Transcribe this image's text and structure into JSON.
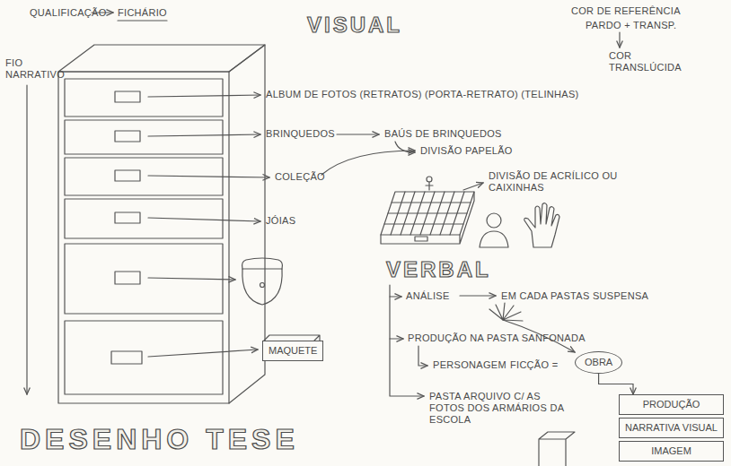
{
  "diagram": {
    "title": "DESENHO TESE",
    "nodes": [
      {
        "text": [
          "MAQUETE"
        ]
      },
      {
        "text": [
          "OBRA"
        ]
      },
      {
        "text": [
          "PRODUÇÃO"
        ]
      },
      {
        "text": [
          "NARRATIVA VISUAL"
        ]
      },
      {
        "text": [
          "IMAGEM"
        ]
      }
    ],
    "edges": [
      {
        "from": 1,
        "to": 2,
        "arrow": "to"
      }
    ],
    "labels": [
      "QUALIFICAÇÃO",
      "FICHÁRIO",
      "VISUAL",
      "COR DE REFERÊNCIA",
      "PARDO + TRANSP.",
      "COR TRANSLÚCIDA",
      "FIO NARRATIVO",
      "ALBUM DE FOTOS (RETRATOS) (PORTA-RETRATO) (TELINHAS)",
      "BRINQUEDOS",
      "BAÚS DE BRINQUEDOS",
      "DIVISÃO PAPELÃO",
      "COLEÇÃO",
      "DIVISÃO DE ACRÍLICO OU CAIXINHAS",
      "JÓIAS",
      "VERBAL",
      "ANÁLISE",
      "EM CADA PASTAS SUSPENSA",
      "PRODUÇÃO NA PASTA SANFONADA",
      "PERSONAGEM",
      "FICÇÃO =",
      "PASTA ARQUIVO C/ AS FOTOS DOS ARMÁRIOS DA ESCOLA"
    ]
  }
}
